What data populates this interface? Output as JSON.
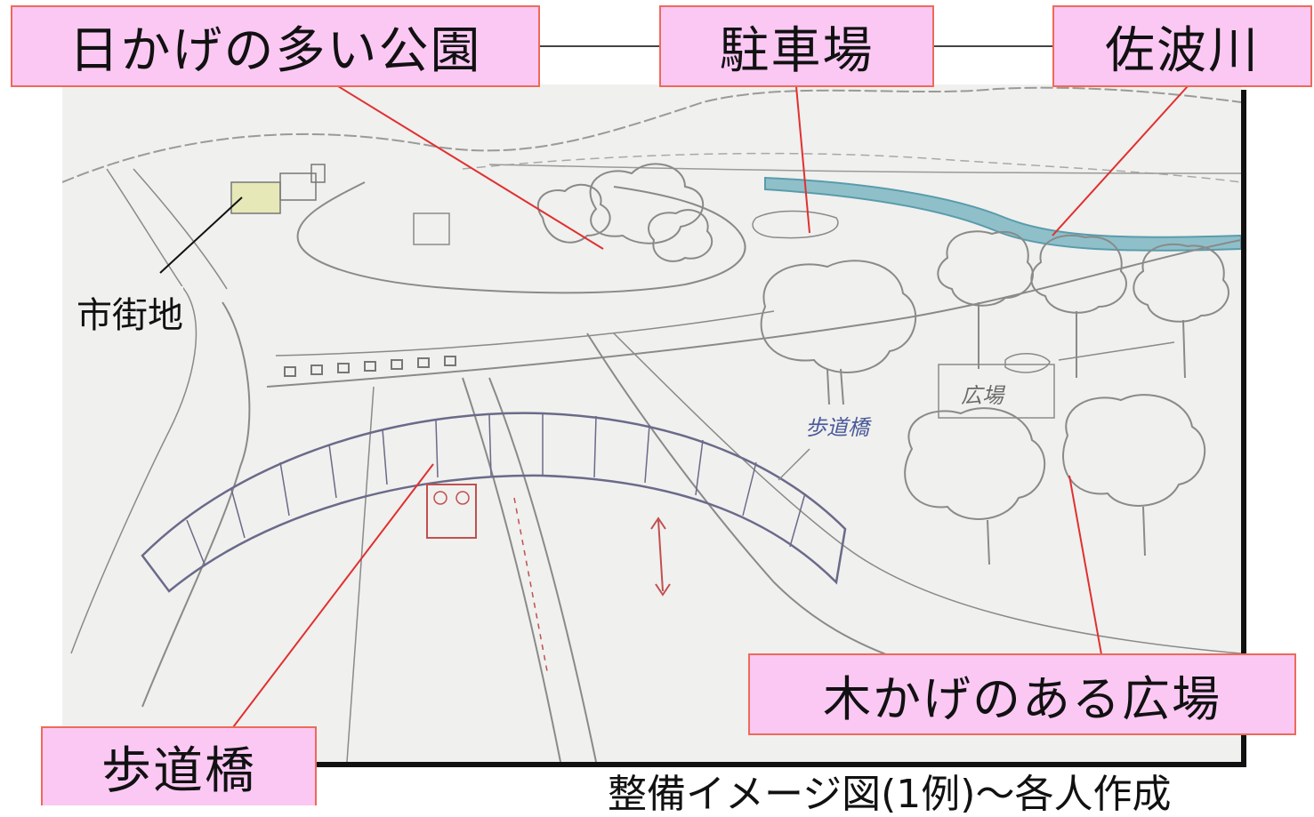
{
  "labels": {
    "park": "日かげの多い公園",
    "parking": "駐車場",
    "river": "佐波川",
    "town": "市街地",
    "plaza": "木かげのある広場",
    "bridge": "歩道橋"
  },
  "sketch_notes": {
    "bridge_handwritten": "歩道橋",
    "plaza_handwritten": "広場"
  },
  "caption": "整備イメージ図(1例)〜各人作成",
  "colors": {
    "label_fill": "#fbc8f4",
    "label_border": "#ee6a5a",
    "leader_line": "#e03030",
    "river": "#3f8ea0",
    "sketch_bg": "#f0f0ee"
  }
}
